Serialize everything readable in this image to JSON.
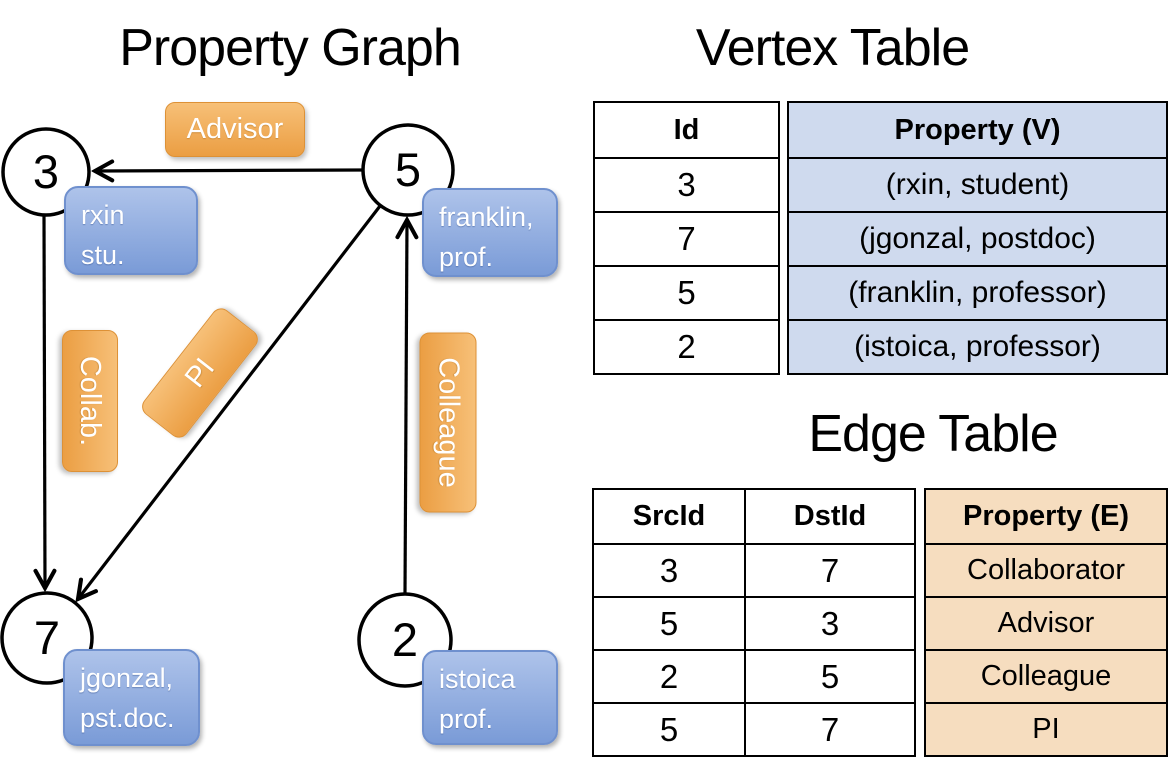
{
  "titles": {
    "graph": "Property Graph",
    "vertex_table": "Vertex Table",
    "edge_table": "Edge Table"
  },
  "graph": {
    "nodes": [
      {
        "id": "3",
        "props": [
          "rxin",
          "stu."
        ]
      },
      {
        "id": "5",
        "props": [
          "franklin,",
          "prof."
        ]
      },
      {
        "id": "7",
        "props": [
          "jgonzal,",
          "pst.doc."
        ]
      },
      {
        "id": "2",
        "props": [
          "istoica",
          "prof."
        ]
      }
    ],
    "edge_labels": {
      "advisor": "Advisor",
      "collab": "Collab.",
      "pi": "PI",
      "colleague": "Colleague"
    }
  },
  "vertex_table": {
    "columns": [
      "Id",
      "Property (V)"
    ],
    "rows": [
      [
        "3",
        "(rxin, student)"
      ],
      [
        "7",
        "(jgonzal, postdoc)"
      ],
      [
        "5",
        "(franklin, professor)"
      ],
      [
        "2",
        "(istoica, professor)"
      ]
    ]
  },
  "edge_table": {
    "columns": [
      "SrcId",
      "DstId",
      "Property (E)"
    ],
    "rows": [
      [
        "3",
        "7",
        "Collaborator"
      ],
      [
        "5",
        "3",
        "Advisor"
      ],
      [
        "2",
        "5",
        "Colleague"
      ],
      [
        "5",
        "7",
        "PI"
      ]
    ]
  },
  "colors": {
    "orange-top": "#f7c078",
    "orange-bottom": "#eb9e43",
    "blue-top": "#aec3ea",
    "blue-bottom": "#7a9bd7",
    "vertex-cell": "#cfdaee",
    "edge-cell": "#f6ddbf"
  }
}
